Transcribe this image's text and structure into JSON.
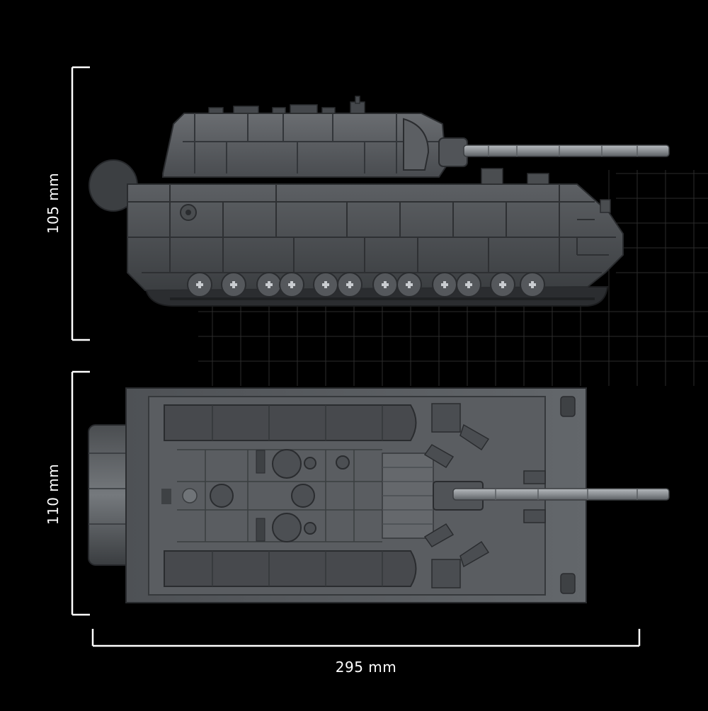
{
  "dimensions": {
    "height_side": "105 mm",
    "width_top": "110 mm",
    "length": "295 mm"
  },
  "colors": {
    "background": "#000000",
    "hull_dark": "#3c3f42",
    "hull_mid": "#55585c",
    "hull_light": "#6e7276",
    "barrel": "#9a9ea2",
    "grid": "#2a2a2a",
    "dimension_line": "#ffffff"
  },
  "icons": [
    "tank-side-view",
    "tank-top-view",
    "measurement-grid"
  ]
}
